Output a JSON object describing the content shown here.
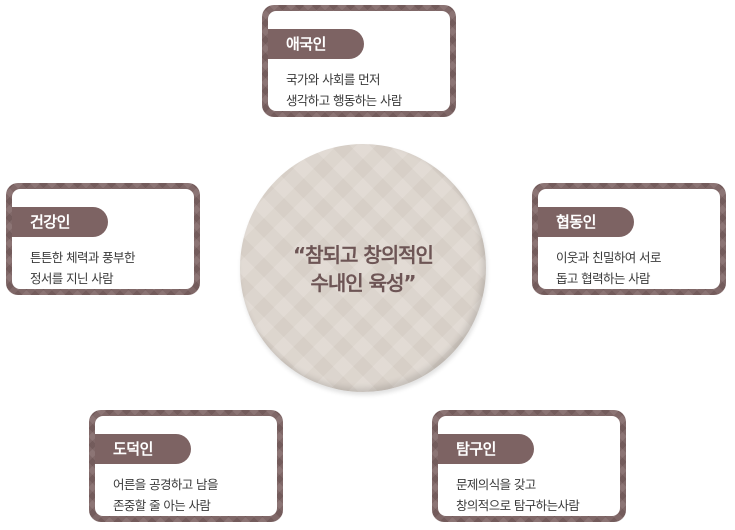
{
  "center": {
    "line1": "“참되고 창의적인",
    "line2": "수내인 육성”"
  },
  "cards": [
    {
      "key": "top",
      "title": "애국인",
      "line1": "국가와 사회를 먼저",
      "line2": "생각하고 행동하는 사람"
    },
    {
      "key": "left",
      "title": "건강인",
      "line1": "튼튼한 체력과 풍부한",
      "line2": "정서를 지닌 사람"
    },
    {
      "key": "right",
      "title": "협동인",
      "line1": "이웃과 친밀하여 서로",
      "line2": "돕고 협력하는 사람"
    },
    {
      "key": "bottom-left",
      "title": "도덕인",
      "line1": "어른을 공경하고 남을",
      "line2": "존중할 줄 아는 사람"
    },
    {
      "key": "bottom-right",
      "title": "탐구인",
      "line1": "문제의식을 갖고",
      "line2": "창의적으로 탐구하는사람"
    }
  ],
  "colors": {
    "accent": "#7d6363",
    "circle": "#ddd5cd",
    "center_text": "#6d5555"
  }
}
